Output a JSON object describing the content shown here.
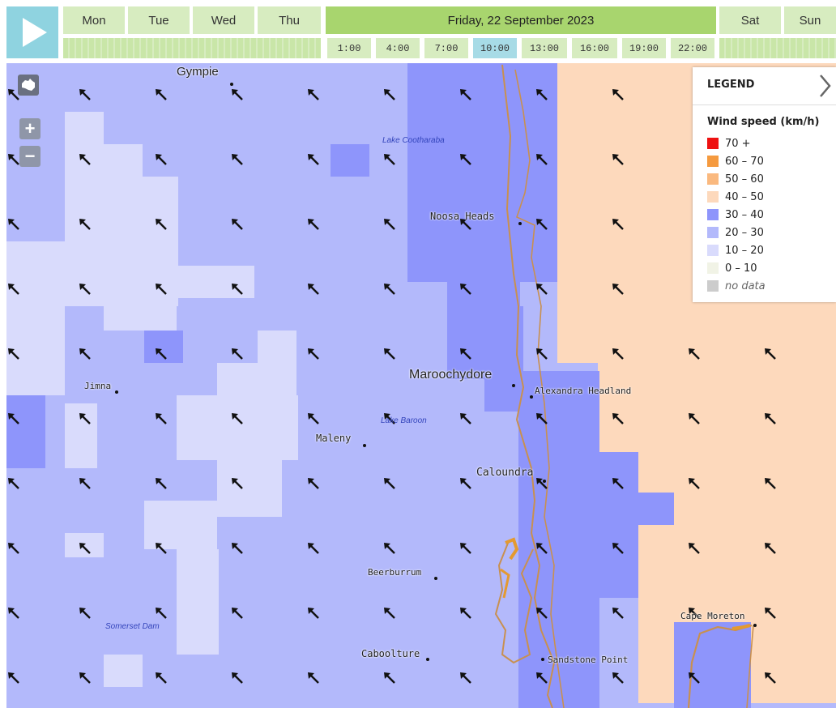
{
  "timebar": {
    "days": [
      {
        "label": "Mon",
        "active": false
      },
      {
        "label": "Tue",
        "active": false
      },
      {
        "label": "Wed",
        "active": false
      },
      {
        "label": "Thu",
        "active": false
      },
      {
        "label": "Friday, 22 September 2023",
        "active": true
      },
      {
        "label": "Sat",
        "active": false
      },
      {
        "label": "Sun",
        "active": false
      }
    ],
    "hours": [
      "1:00",
      "4:00",
      "7:00",
      "10:00",
      "13:00",
      "16:00",
      "19:00",
      "22:00"
    ],
    "selected_hour": "10:00"
  },
  "colors": {
    "kmh_70_plus": "#ee1111",
    "kmh_60_70": "#f59a3f",
    "kmh_50_60": "#fab97f",
    "kmh_40_50": "#fdd9bc",
    "kmh_30_40": "#8e95fb",
    "kmh_20_30": "#b3b9fb",
    "kmh_10_20": "#d9dbfc",
    "kmh_0_10": "#f1f3e6",
    "no_data": "#cccccc",
    "coastline": "#c89050",
    "play_button": "#8fd3e0"
  },
  "legend": {
    "header": "LEGEND",
    "title": "Wind speed (km/h)",
    "items": [
      {
        "label": "70 +",
        "color": "#ee1111"
      },
      {
        "label": "60 – 70",
        "color": "#f59a3f"
      },
      {
        "label": "50 – 60",
        "color": "#fab97f"
      },
      {
        "label": "40 – 50",
        "color": "#fdd9bc"
      },
      {
        "label": "30 – 40",
        "color": "#8e95fb"
      },
      {
        "label": "20 – 30",
        "color": "#b3b9fb"
      },
      {
        "label": "10 – 20",
        "color": "#d9dbfc"
      },
      {
        "label": "0 – 10",
        "color": "#f1f3e6"
      },
      {
        "label": "no data",
        "color": "#cccccc"
      }
    ]
  },
  "map": {
    "controls": {
      "zoom_in": "+",
      "zoom_out": "−",
      "icon": "australia-icon"
    },
    "wind_direction_icon": "arrow-northwest-icon",
    "places": {
      "gympie": "Gympie",
      "noosa_heads": "Noosa Heads",
      "maroochydore": "Maroochydore",
      "alexandra_headland": "Alexandra Headland",
      "jimna": "Jimna",
      "maleny": "Maleny",
      "caloundra": "Caloundra",
      "beerburrum": "Beerburrum",
      "caboolture": "Caboolture",
      "sandstone_point": "Sandstone Point",
      "cape_moreton": "Cape Moreton"
    },
    "water_labels": {
      "lake_cootharaba": "Lake Cootharaba",
      "lake_baroon": "Lake Baroon",
      "somerset_dam": "Somerset Dam"
    }
  }
}
